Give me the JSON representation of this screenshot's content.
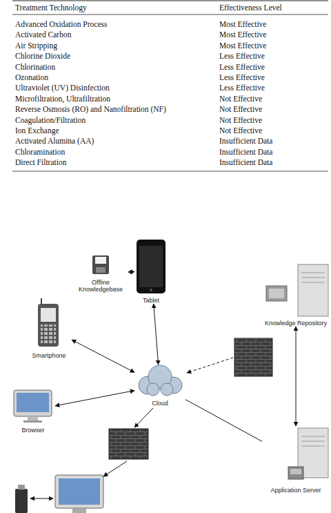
{
  "diagram": {
    "nodes": [
      {
        "text": [
          "Offline Knowledgebase"
        ]
      },
      {
        "text": [
          "Tablet"
        ]
      },
      {
        "text": [
          "Smartphone"
        ]
      },
      {
        "text": [
          "Cloud"
        ]
      },
      {
        "text": [
          "Browser"
        ]
      },
      {
        "text": [
          "Knowledge Repository"
        ]
      },
      {
        "text": [
          "Application Server"
        ]
      }
    ],
    "edges": [
      {
        "from": 0,
        "to": 1,
        "arrow": "both"
      },
      {
        "from": 1,
        "to": 3,
        "arrow": "both"
      },
      {
        "from": 2,
        "to": 3,
        "arrow": "both"
      },
      {
        "from": 4,
        "to": 3,
        "arrow": "both"
      },
      {
        "from": 3,
        "to": 6,
        "arrow": "none"
      },
      {
        "from": 5,
        "to": 6,
        "arrow": "both"
      }
    ],
    "labels": [
      "Treatment Technology",
      "Effectiveness Level",
      "Advanced Oxidation Process",
      "Most Effective",
      "Activated Carbon",
      "Most Effective",
      "Air Stripping",
      "Most Effective",
      "Chlorine Dioxide",
      "Less Effective",
      "Chlorination",
      "Less Effective",
      "Ozonation",
      "Less Effective",
      "Ultraviolet (UV) Disinfection",
      "Less Effective",
      "Microfiltration, Ultrafiltration",
      "Not Effective",
      "Reverse Osmosis (RO) and Nanofiltration (NF)",
      "Not Effective",
      "Coagulation/Filtration",
      "Not Effective",
      "Ion Exchange",
      "Not Effective",
      "Activated Alumina (AA)",
      "Insufficient Data",
      "Chloramination",
      "Insufficient Data",
      "Direct Filtration",
      "Insufficient Data"
    ]
  }
}
